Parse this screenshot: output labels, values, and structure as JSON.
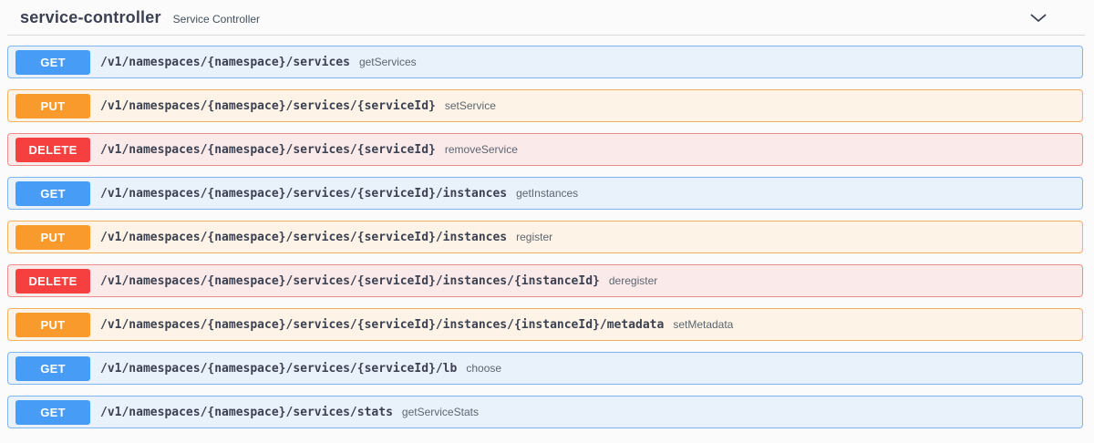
{
  "header": {
    "title": "service-controller",
    "subtitle": "Service Controller"
  },
  "icons": {
    "collapse": "chevron-down-icon"
  },
  "colors": {
    "text": "#3b4151",
    "get_badge": "#479df5",
    "get_border": "#7fb5ef",
    "get_bg": "#e9f1fb",
    "put_badge": "#f89b2c",
    "put_border": "#f2b05c",
    "put_bg": "#fdf3e6",
    "delete_badge": "#f5403f",
    "delete_border": "#ee8c8c",
    "delete_bg": "#fbeaea"
  },
  "endpoints": [
    {
      "method": "GET",
      "path": "/v1/namespaces/{namespace}/services",
      "operation_id": "getServices"
    },
    {
      "method": "PUT",
      "path": "/v1/namespaces/{namespace}/services/{serviceId}",
      "operation_id": "setService"
    },
    {
      "method": "DELETE",
      "path": "/v1/namespaces/{namespace}/services/{serviceId}",
      "operation_id": "removeService"
    },
    {
      "method": "GET",
      "path": "/v1/namespaces/{namespace}/services/{serviceId}/instances",
      "operation_id": "getInstances"
    },
    {
      "method": "PUT",
      "path": "/v1/namespaces/{namespace}/services/{serviceId}/instances",
      "operation_id": "register"
    },
    {
      "method": "DELETE",
      "path": "/v1/namespaces/{namespace}/services/{serviceId}/instances/{instanceId}",
      "operation_id": "deregister"
    },
    {
      "method": "PUT",
      "path": "/v1/namespaces/{namespace}/services/{serviceId}/instances/{instanceId}/metadata",
      "operation_id": "setMetadata"
    },
    {
      "method": "GET",
      "path": "/v1/namespaces/{namespace}/services/{serviceId}/lb",
      "operation_id": "choose"
    },
    {
      "method": "GET",
      "path": "/v1/namespaces/{namespace}/services/stats",
      "operation_id": "getServiceStats"
    }
  ]
}
